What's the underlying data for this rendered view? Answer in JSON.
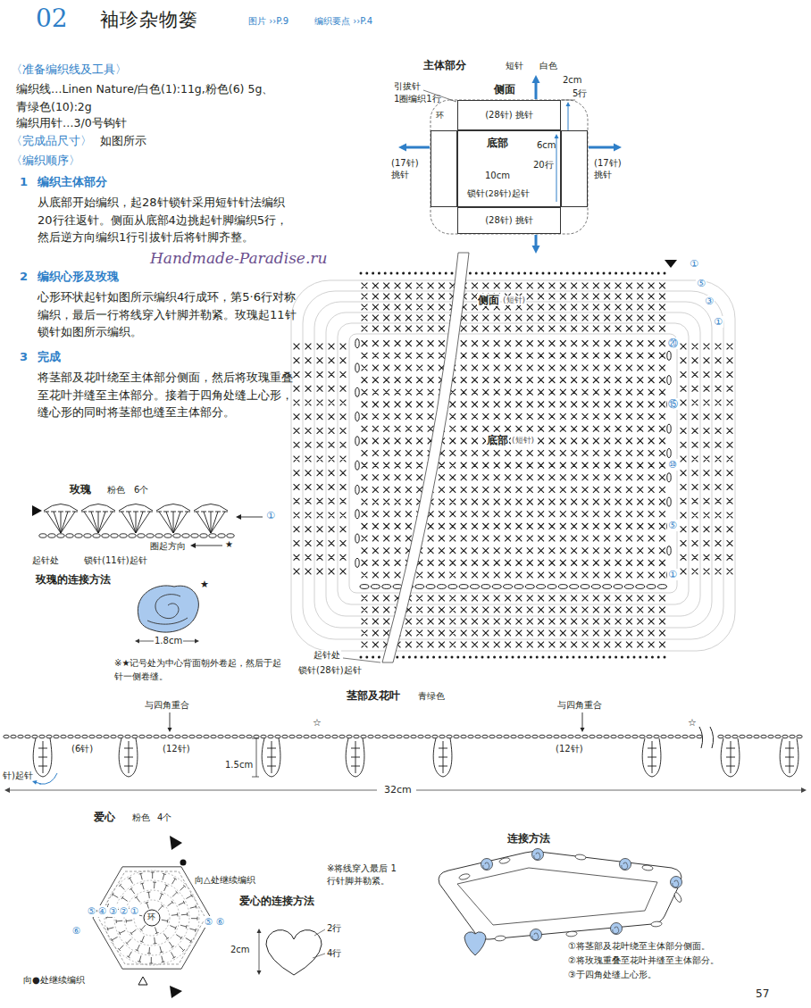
{
  "diagram": {
    "title": "袖珍杂物篓",
    "nodes": [
      {
        "text": [
          "侧面",
          "(28针) 挑针"
        ]
      },
      {
        "text": [
          "底部",
          "6cm",
          "20行",
          "10cm",
          "锁针(28针)起针"
        ]
      },
      {
        "text": [
          "(28针) 挑针"
        ]
      },
      {
        "text": [
          "(17针) 挑针"
        ]
      },
      {
        "text": [
          "(17针) 挑针"
        ]
      }
    ],
    "labels": [
      "02",
      "图片 ››P.9",
      "编织要点 ››P.4",
      "〈准备编织线及工具〉",
      "编织线…Linen Nature/白色(1):11g,粉色(6) 5g、青绿色(10):2g",
      "编织用针…3/0号钩针",
      "〈完成品尺寸〉",
      "如图所示",
      "〈编织顺序〉",
      "1",
      "编织主体部分",
      "从底部开始编织，起28针锁针采用短针针法编织20行往返针。侧面从底部4边挑起针脚编织5行，然后逆方向编织1行引拔针后将针脚齐整。",
      "2",
      "编织心形及玫瑰",
      "心形环状起针如图所示编织4行成环，第5·6行对称编织，最后一行将线穿入针脚并勒紧。玫瑰起11针锁针如图所示编织。",
      "3",
      "完成",
      "将茎部及花叶绕至主体部分侧面，然后将玫瑰重叠至花叶并缝至主体部分。接着于四角处缝上心形，缝心形的同时将茎部也缝至主体部分。",
      "Handmade-Paradise.ru",
      "主体部分",
      "短针",
      "白色",
      "引拔针",
      "1圈编织1行",
      "环",
      "2cm",
      "5行",
      "侧面",
      "(短针)",
      "底部",
      "(短针)",
      "①",
      "⑤",
      "③",
      "①",
      "⑳",
      "⑮",
      "⑩",
      "⑤",
      "①",
      "起针处",
      "锁针(28针)起针",
      "玫瑰",
      "粉色",
      "6个",
      "①",
      "起针处",
      "锁针(11针)起针",
      "圈起方向",
      "★",
      "玫瑰的连接方法",
      "★",
      "1.8cm",
      "※★记号处为中心背面朝外卷起，然后于起针一侧卷缝。",
      "茎部及花叶",
      "青绿色",
      "与四角重合",
      "与四角重合",
      "☆",
      "☆",
      "(6针)",
      "(12针)",
      "(12针)",
      "1.5cm",
      "针)起针",
      "32cm",
      "爱心",
      "粉色",
      "4个",
      "向△处继续编织",
      "向●处继续编织",
      "⑤",
      "④",
      "③",
      "②",
      "①",
      "环",
      "⑥",
      "⑤",
      "⑥",
      "爱心的连接方法",
      "※将线穿入最后 1行针脚并勒紧。",
      "2行",
      "4行",
      "2cm",
      "连接方法",
      "①将茎部及花叶绕至主体部分侧面。",
      "②将玫瑰重叠至花叶并缝至主体部分。",
      "③于四角处缝上心形。",
      "57"
    ]
  }
}
